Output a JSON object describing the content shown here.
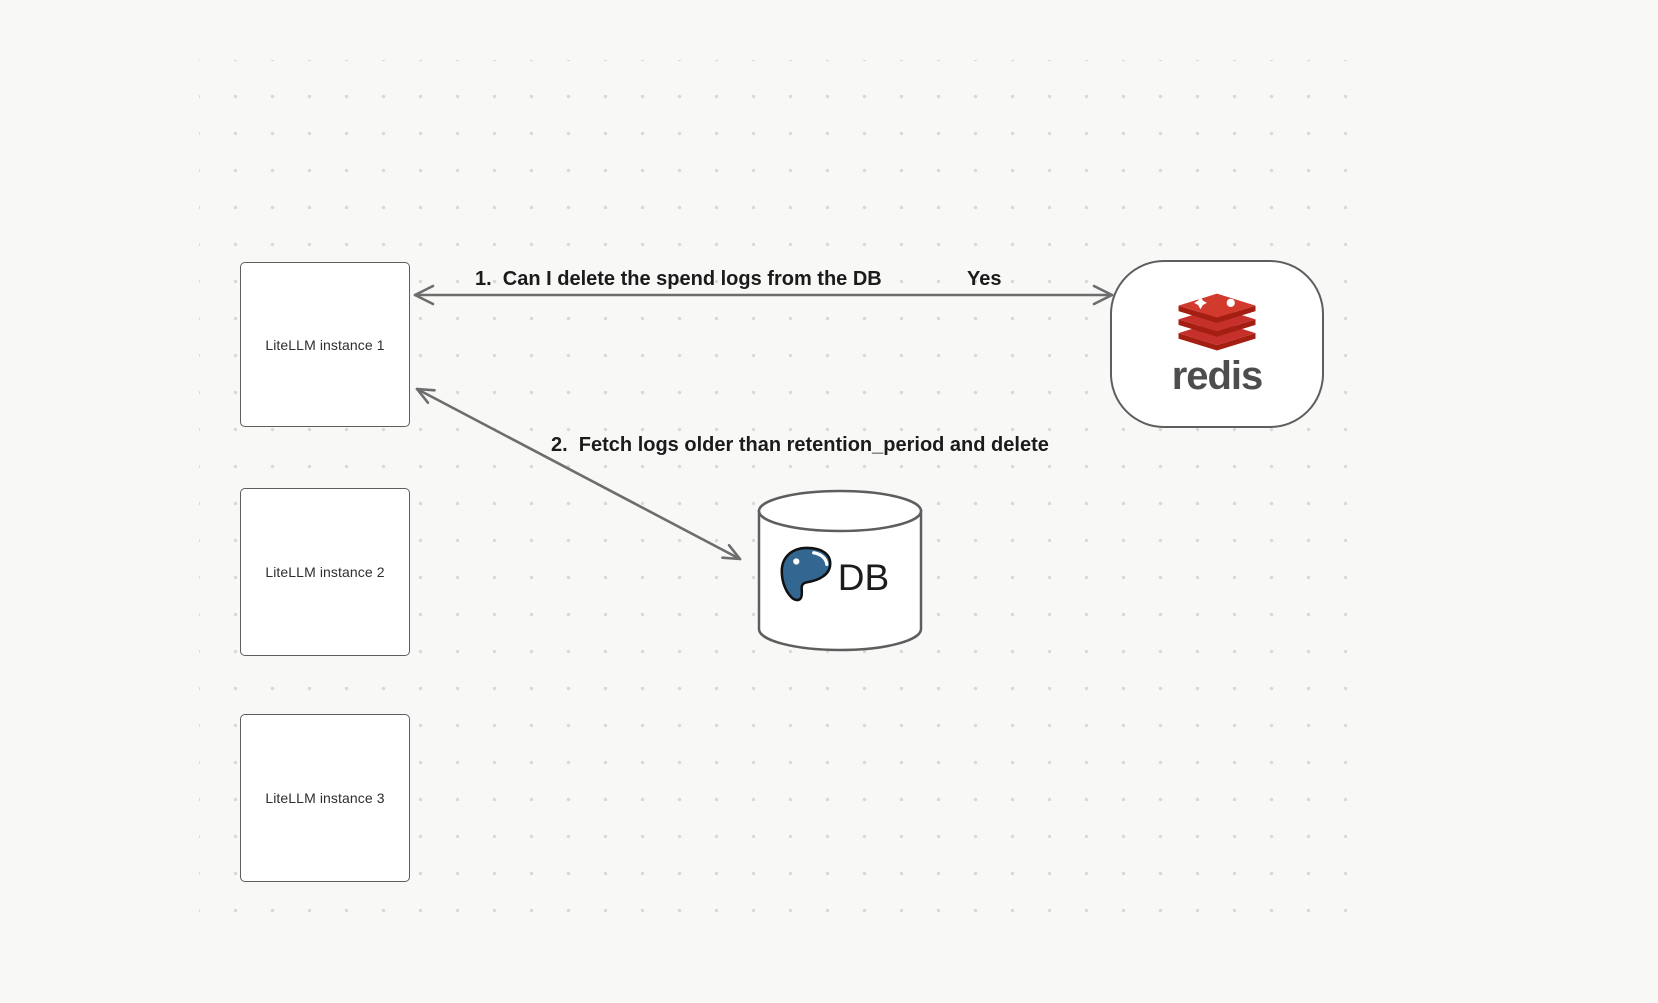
{
  "diagram": {
    "background": {
      "fill": "#f8f8f7",
      "dot_color": "#d9d9d6"
    },
    "nodes": [
      {
        "id": "litellm-instance-1",
        "label": "LiteLLM instance 1"
      },
      {
        "id": "litellm-instance-2",
        "label": "LiteLLM instance 2"
      },
      {
        "id": "litellm-instance-3",
        "label": "LiteLLM instance 3"
      }
    ],
    "redis": {
      "label": "redis",
      "brand_red": "#c6302b",
      "brand_dark_red": "#a41e11"
    },
    "db": {
      "label": "DB",
      "postgres_blue": "#336791"
    },
    "edges": [
      {
        "id": "edge-1",
        "from": "litellm-instance-1",
        "to": "redis",
        "label": "1.  Can I delete the spend logs from the DB",
        "response": "Yes",
        "double_headed": true
      },
      {
        "id": "edge-2",
        "from": "litellm-instance-1",
        "to": "db",
        "label": "2.  Fetch logs older than retention_period and delete",
        "double_headed": true
      }
    ],
    "colors": {
      "shape_stroke": "#5e5e5e",
      "arrow": "#6d6d6d",
      "label_text": "#1b1b1b"
    }
  }
}
